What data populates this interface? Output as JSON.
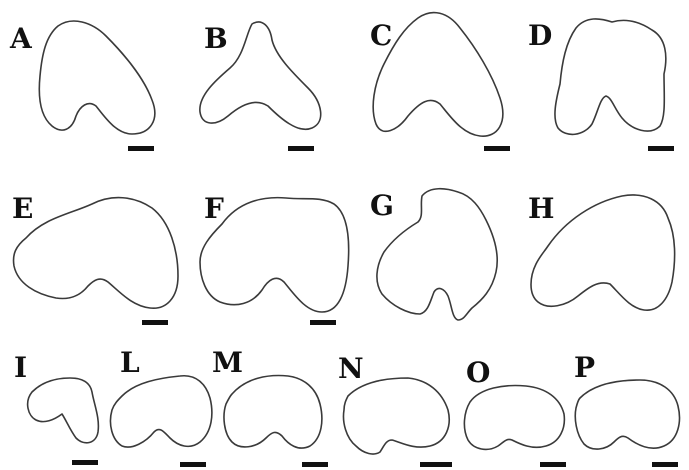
{
  "figure": {
    "colors": {
      "outline": "#3a3a3a",
      "label": "#111111",
      "background": "#ffffff"
    },
    "panels": [
      {
        "id": "A",
        "label": "A"
      },
      {
        "id": "B",
        "label": "B"
      },
      {
        "id": "C",
        "label": "C"
      },
      {
        "id": "D",
        "label": "D"
      },
      {
        "id": "E",
        "label": "E"
      },
      {
        "id": "F",
        "label": "F"
      },
      {
        "id": "G",
        "label": "G"
      },
      {
        "id": "H",
        "label": "H"
      },
      {
        "id": "I",
        "label": "I"
      },
      {
        "id": "L",
        "label": "L"
      },
      {
        "id": "M",
        "label": "M"
      },
      {
        "id": "N",
        "label": "N"
      },
      {
        "id": "O",
        "label": "O"
      },
      {
        "id": "P",
        "label": "P"
      }
    ]
  }
}
